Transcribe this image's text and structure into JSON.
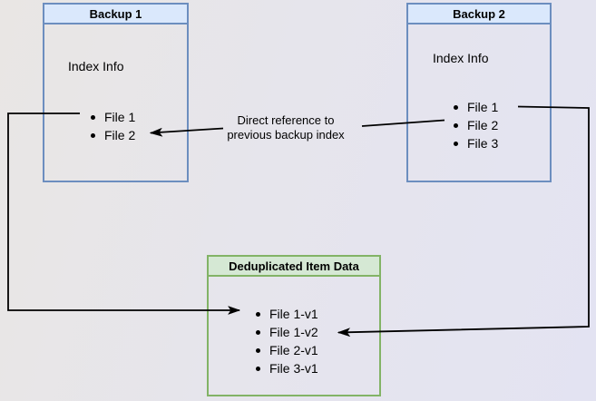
{
  "diagram": {
    "nodes": {
      "backup1": {
        "title": "Backup 1",
        "subtitle": "Index Info",
        "items": [
          "File 1",
          "File 2"
        ]
      },
      "backup2": {
        "title": "Backup 2",
        "subtitle": "Index Info",
        "items": [
          "File 1",
          "File 2",
          "File 3"
        ]
      },
      "dedup": {
        "title": "Deduplicated Item Data",
        "items": [
          "File 1-v1",
          "File 1-v2",
          "File 2-v1",
          "File 3-v1"
        ]
      }
    },
    "edge_label": {
      "line_1": "Direct reference to",
      "line_2": "previous backup index"
    },
    "colors": {
      "blue_border": "#6c8ebf",
      "blue_header_fill": "#dae8fc",
      "green_border": "#82b366",
      "green_header_fill": "#d5e8d4",
      "edge_line": "#000000"
    }
  }
}
